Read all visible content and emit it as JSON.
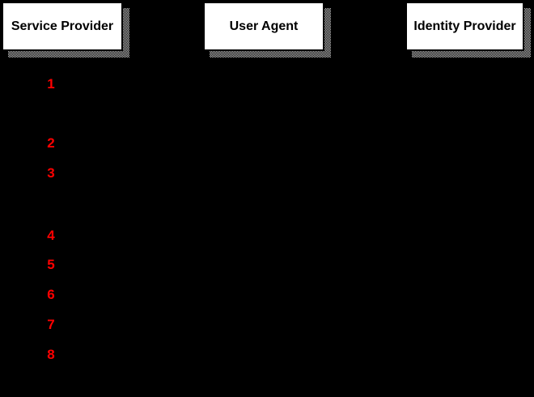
{
  "diagram": {
    "actors": [
      {
        "label": "Service Provider"
      },
      {
        "label": "User Agent"
      },
      {
        "label": "Identity Provider"
      }
    ],
    "steps": [
      {
        "label": "1"
      },
      {
        "label": "2"
      },
      {
        "label": "3"
      },
      {
        "label": "4"
      },
      {
        "label": "5"
      },
      {
        "label": "6"
      },
      {
        "label": "7"
      },
      {
        "label": "8"
      }
    ],
    "colors": {
      "background": "#000000",
      "actor_fill": "#ffffff",
      "actor_border": "#000000",
      "actor_text": "#000000",
      "shadow_dither_gray": "#bfbfbf",
      "step_number_red": "#ff0000"
    }
  }
}
